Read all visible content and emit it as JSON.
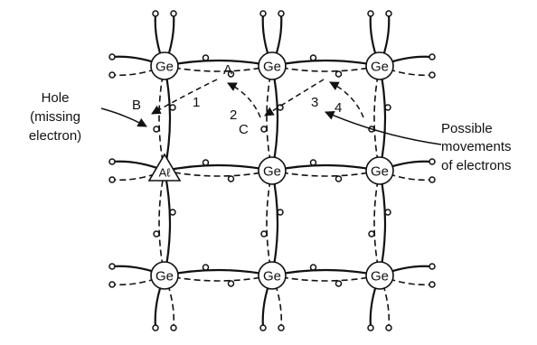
{
  "atoms": [
    {
      "label": "Ge"
    },
    {
      "label": "Ge"
    },
    {
      "label": "Ge"
    },
    {
      "label": "Aℓ"
    },
    {
      "label": "Ge"
    },
    {
      "label": "Ge"
    },
    {
      "label": "Ge"
    },
    {
      "label": "Ge"
    },
    {
      "label": "Ge"
    }
  ],
  "points": {
    "a": "A",
    "b": "B",
    "c": "C"
  },
  "movement_numbers": [
    "1",
    "2",
    "3",
    "4"
  ],
  "hole_label": {
    "line1": "Hole",
    "line2": "(missing",
    "line3": "electron)"
  },
  "movements_label": {
    "line1": "Possible",
    "line2": "movements",
    "line3": "of electrons"
  }
}
